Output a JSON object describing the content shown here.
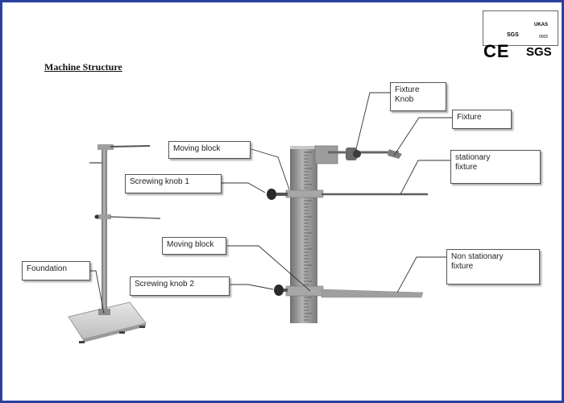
{
  "heading": "Machine Structure",
  "labels": {
    "fixture_knob": "Fixture\nKnob",
    "fixture": "Fixture",
    "moving_block_1": "Moving block",
    "stationary_fixture": "stationary\nfixture",
    "screwing_knob_1": "Screwing knob 1",
    "foundation": "Foundation",
    "moving_block_2": "Moving block",
    "non_stationary_fixture": "Non stationary\nfixture",
    "screwing_knob_2": "Screwing knob 2"
  },
  "certifications": {
    "sgs_badge": "SGS",
    "ukas": "UKAS",
    "ukas_number": "0005",
    "ce": "CE",
    "sgs": "SGS"
  },
  "colors": {
    "frame_border": "#2a3f9e",
    "sgs_ring": "#e8a020",
    "sgs_check": "#d42a2a",
    "column": "#8a8a8a",
    "leader_line": "#333333"
  },
  "icons": [
    "sgs-logo-icon",
    "ukas-crown-icon"
  ]
}
